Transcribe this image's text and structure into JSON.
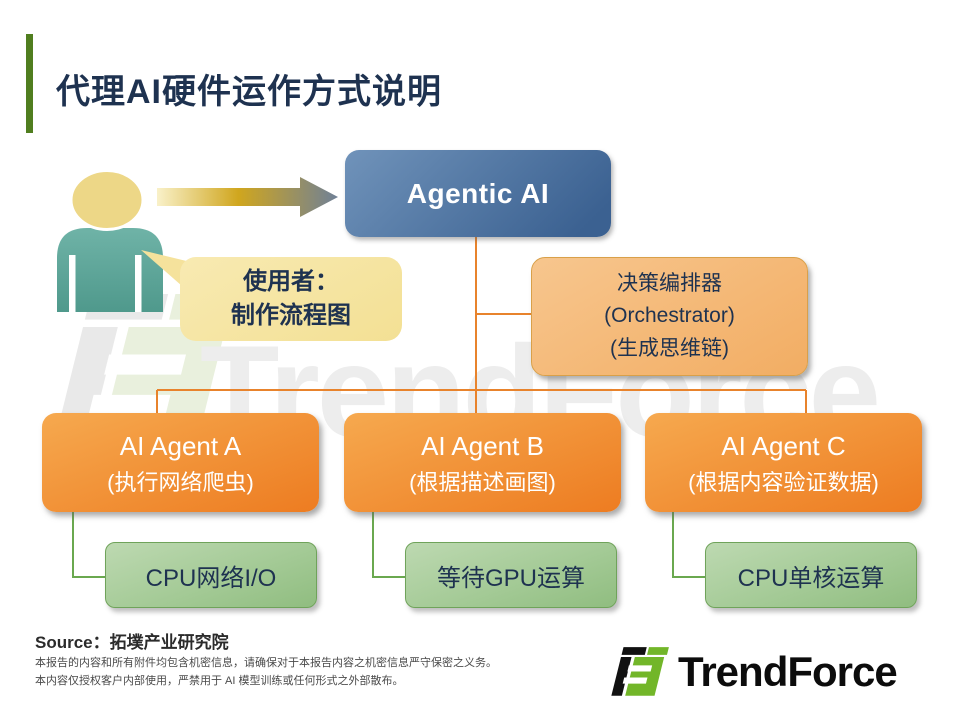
{
  "title": {
    "text": "代理AI硬件运作方式说明"
  },
  "watermark": {
    "text": "TrendForce"
  },
  "flow": {
    "agentic_ai": {
      "label": "Agentic AI"
    },
    "user_bubble": {
      "line1": "使用者：",
      "line2": "制作流程图"
    },
    "orchestrator": {
      "line1": "决策编排器",
      "line2": "(Orchestrator)",
      "line3": "(生成思维链)"
    },
    "agents": [
      {
        "name": "AI Agent A",
        "desc": "(执行网络爬虫)",
        "hw": "CPU网络I/O"
      },
      {
        "name": "AI Agent B",
        "desc": "(根据描述画图)",
        "hw": "等待GPU运算"
      },
      {
        "name": "AI Agent C",
        "desc": "(根据内容验证数据)",
        "hw": "CPU单核运算"
      }
    ]
  },
  "footer": {
    "source": "Source：拓墣产业研究院",
    "disclaimer1": "本报告的内容和所有附件均包含机密信息，请确保对于本报告内容之机密信息严守保密之义务。",
    "disclaimer2": "本内容仅授权客户内部使用，严禁用于 AI 模型训练或任何形式之外部散布。",
    "logo_text": "TrendForce"
  },
  "colors": {
    "title_text": "#1e3250",
    "title_accent": "#507e1f",
    "agentic_blue": "#4a72a3",
    "agent_orange": "#ee7d22",
    "orchestrator_peach": "#f5ba7d",
    "hw_green": "#a8cf9a",
    "bubble_yellow": "#f6e5a1",
    "connector_orange": "#e8832c",
    "connector_green": "#6aa84f",
    "logo_green": "#72b629"
  }
}
